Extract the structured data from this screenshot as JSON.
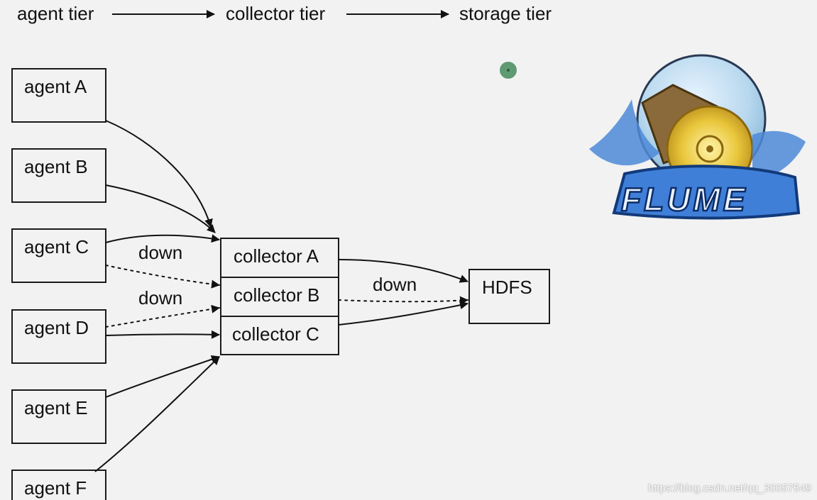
{
  "tiers": {
    "agent": "agent tier",
    "collector": "collector tier",
    "storage": "storage tier"
  },
  "agents": [
    {
      "id": "a",
      "label": "agent A"
    },
    {
      "id": "b",
      "label": "agent B"
    },
    {
      "id": "c",
      "label": "agent C"
    },
    {
      "id": "d",
      "label": "agent D"
    },
    {
      "id": "e",
      "label": "agent E"
    },
    {
      "id": "f",
      "label": "agent F"
    }
  ],
  "collectors": [
    {
      "id": "ca",
      "label": "collector A"
    },
    {
      "id": "cb",
      "label": "collector B"
    },
    {
      "id": "cc",
      "label": "collector C"
    }
  ],
  "storage": {
    "label": "HDFS"
  },
  "edges": [
    {
      "from": "agent A",
      "to": "collector A",
      "style": "solid"
    },
    {
      "from": "agent B",
      "to": "collector A",
      "style": "solid"
    },
    {
      "from": "agent C",
      "to": "collector A",
      "style": "solid"
    },
    {
      "from": "agent C",
      "to": "collector B",
      "style": "dotted",
      "label": "down"
    },
    {
      "from": "agent D",
      "to": "collector B",
      "style": "dotted",
      "label": "down"
    },
    {
      "from": "agent D",
      "to": "collector C",
      "style": "solid"
    },
    {
      "from": "agent E",
      "to": "collector C",
      "style": "solid"
    },
    {
      "from": "agent F",
      "to": "collector C",
      "style": "solid"
    },
    {
      "from": "collector A",
      "to": "HDFS",
      "style": "solid"
    },
    {
      "from": "collector B",
      "to": "HDFS",
      "style": "dotted",
      "label": "down"
    },
    {
      "from": "collector C",
      "to": "HDFS",
      "style": "solid"
    }
  ],
  "logo": {
    "text": "FLUME",
    "colors": {
      "blue": "#2f6fd0",
      "wood": "#8a6a3a",
      "gold": "#e4c23a"
    }
  },
  "watermark": "https://blog.csdn.net/qq_30057549"
}
